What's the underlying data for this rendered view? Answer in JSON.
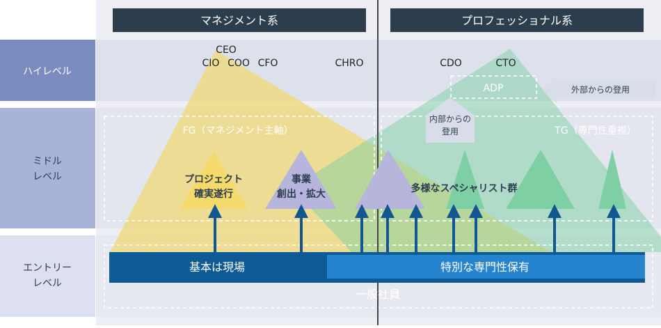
{
  "headers": {
    "management": "マネジメント系",
    "professional": "プロフェッショナル系"
  },
  "levels": {
    "high": "ハイレベル",
    "middle_line1": "ミドル",
    "middle_line2": "レベル",
    "entry_line1": "エントリー",
    "entry_line2": "レベル"
  },
  "executives": {
    "ceo": "CEO",
    "cio": "CIO",
    "coo": "COO",
    "cfo": "CFO",
    "chro": "CHRO",
    "cdo": "CDO",
    "cto": "CTO"
  },
  "boxes": {
    "adp": "ADP",
    "external_hire": "外部からの登用",
    "internal_promotion_line1": "内部からの",
    "internal_promotion_line2": "登用"
  },
  "groups": {
    "fg": "FG（マネジメント主軸）",
    "tg": "TG（専門性重視）"
  },
  "triangles": {
    "project_line1": "プロジェクト",
    "project_line2": "確実遂行",
    "business_line1": "事業",
    "business_line2": "創出・拡大",
    "specialists": "多様なスペシャリスト群"
  },
  "bars": {
    "field_basics": "基本は現場",
    "special_expertise": "特別な専門性保有",
    "general_employees": "一般社員"
  },
  "colors": {
    "header_bg": "#2c3e4e",
    "high_band": "#7a8bbf",
    "middle_band": "#a9b2d9",
    "entry_band": "#dde0f0",
    "yellow": "#f1d870",
    "green": "#7fcfa4",
    "purple": "#b8b5dd",
    "dark_blue_bar": "#0e5a95",
    "light_blue_bar": "#2684cf",
    "arrow": "#11568f"
  }
}
